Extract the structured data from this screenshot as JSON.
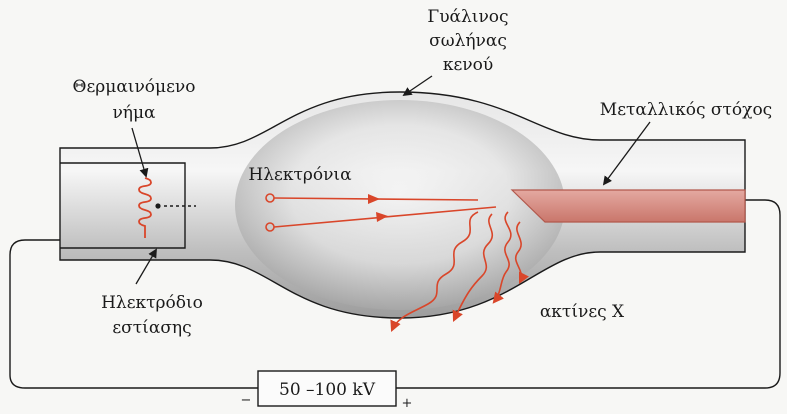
{
  "labels": {
    "glass_tube_line1": "Γυάλινος",
    "glass_tube_line2": "σωλήνας",
    "glass_tube_line3": "κενού",
    "filament_line1": "Θερμαινόμενο",
    "filament_line2": "νήμα",
    "target": "Μεταλλικός στόχος",
    "electrons": "Ηλεκτρόνια",
    "electrode_line1": "Ηλεκτρόδιο",
    "electrode_line2": "εστίασης",
    "xrays": "ακτίνες X",
    "voltage": "50 –100 kV",
    "minus": "−",
    "plus": "+"
  },
  "colors": {
    "electron_red": "#d9462a",
    "target_fill": "#d68f86",
    "tube_gray": "#c9c9c9",
    "outline": "#1a1a1a"
  }
}
